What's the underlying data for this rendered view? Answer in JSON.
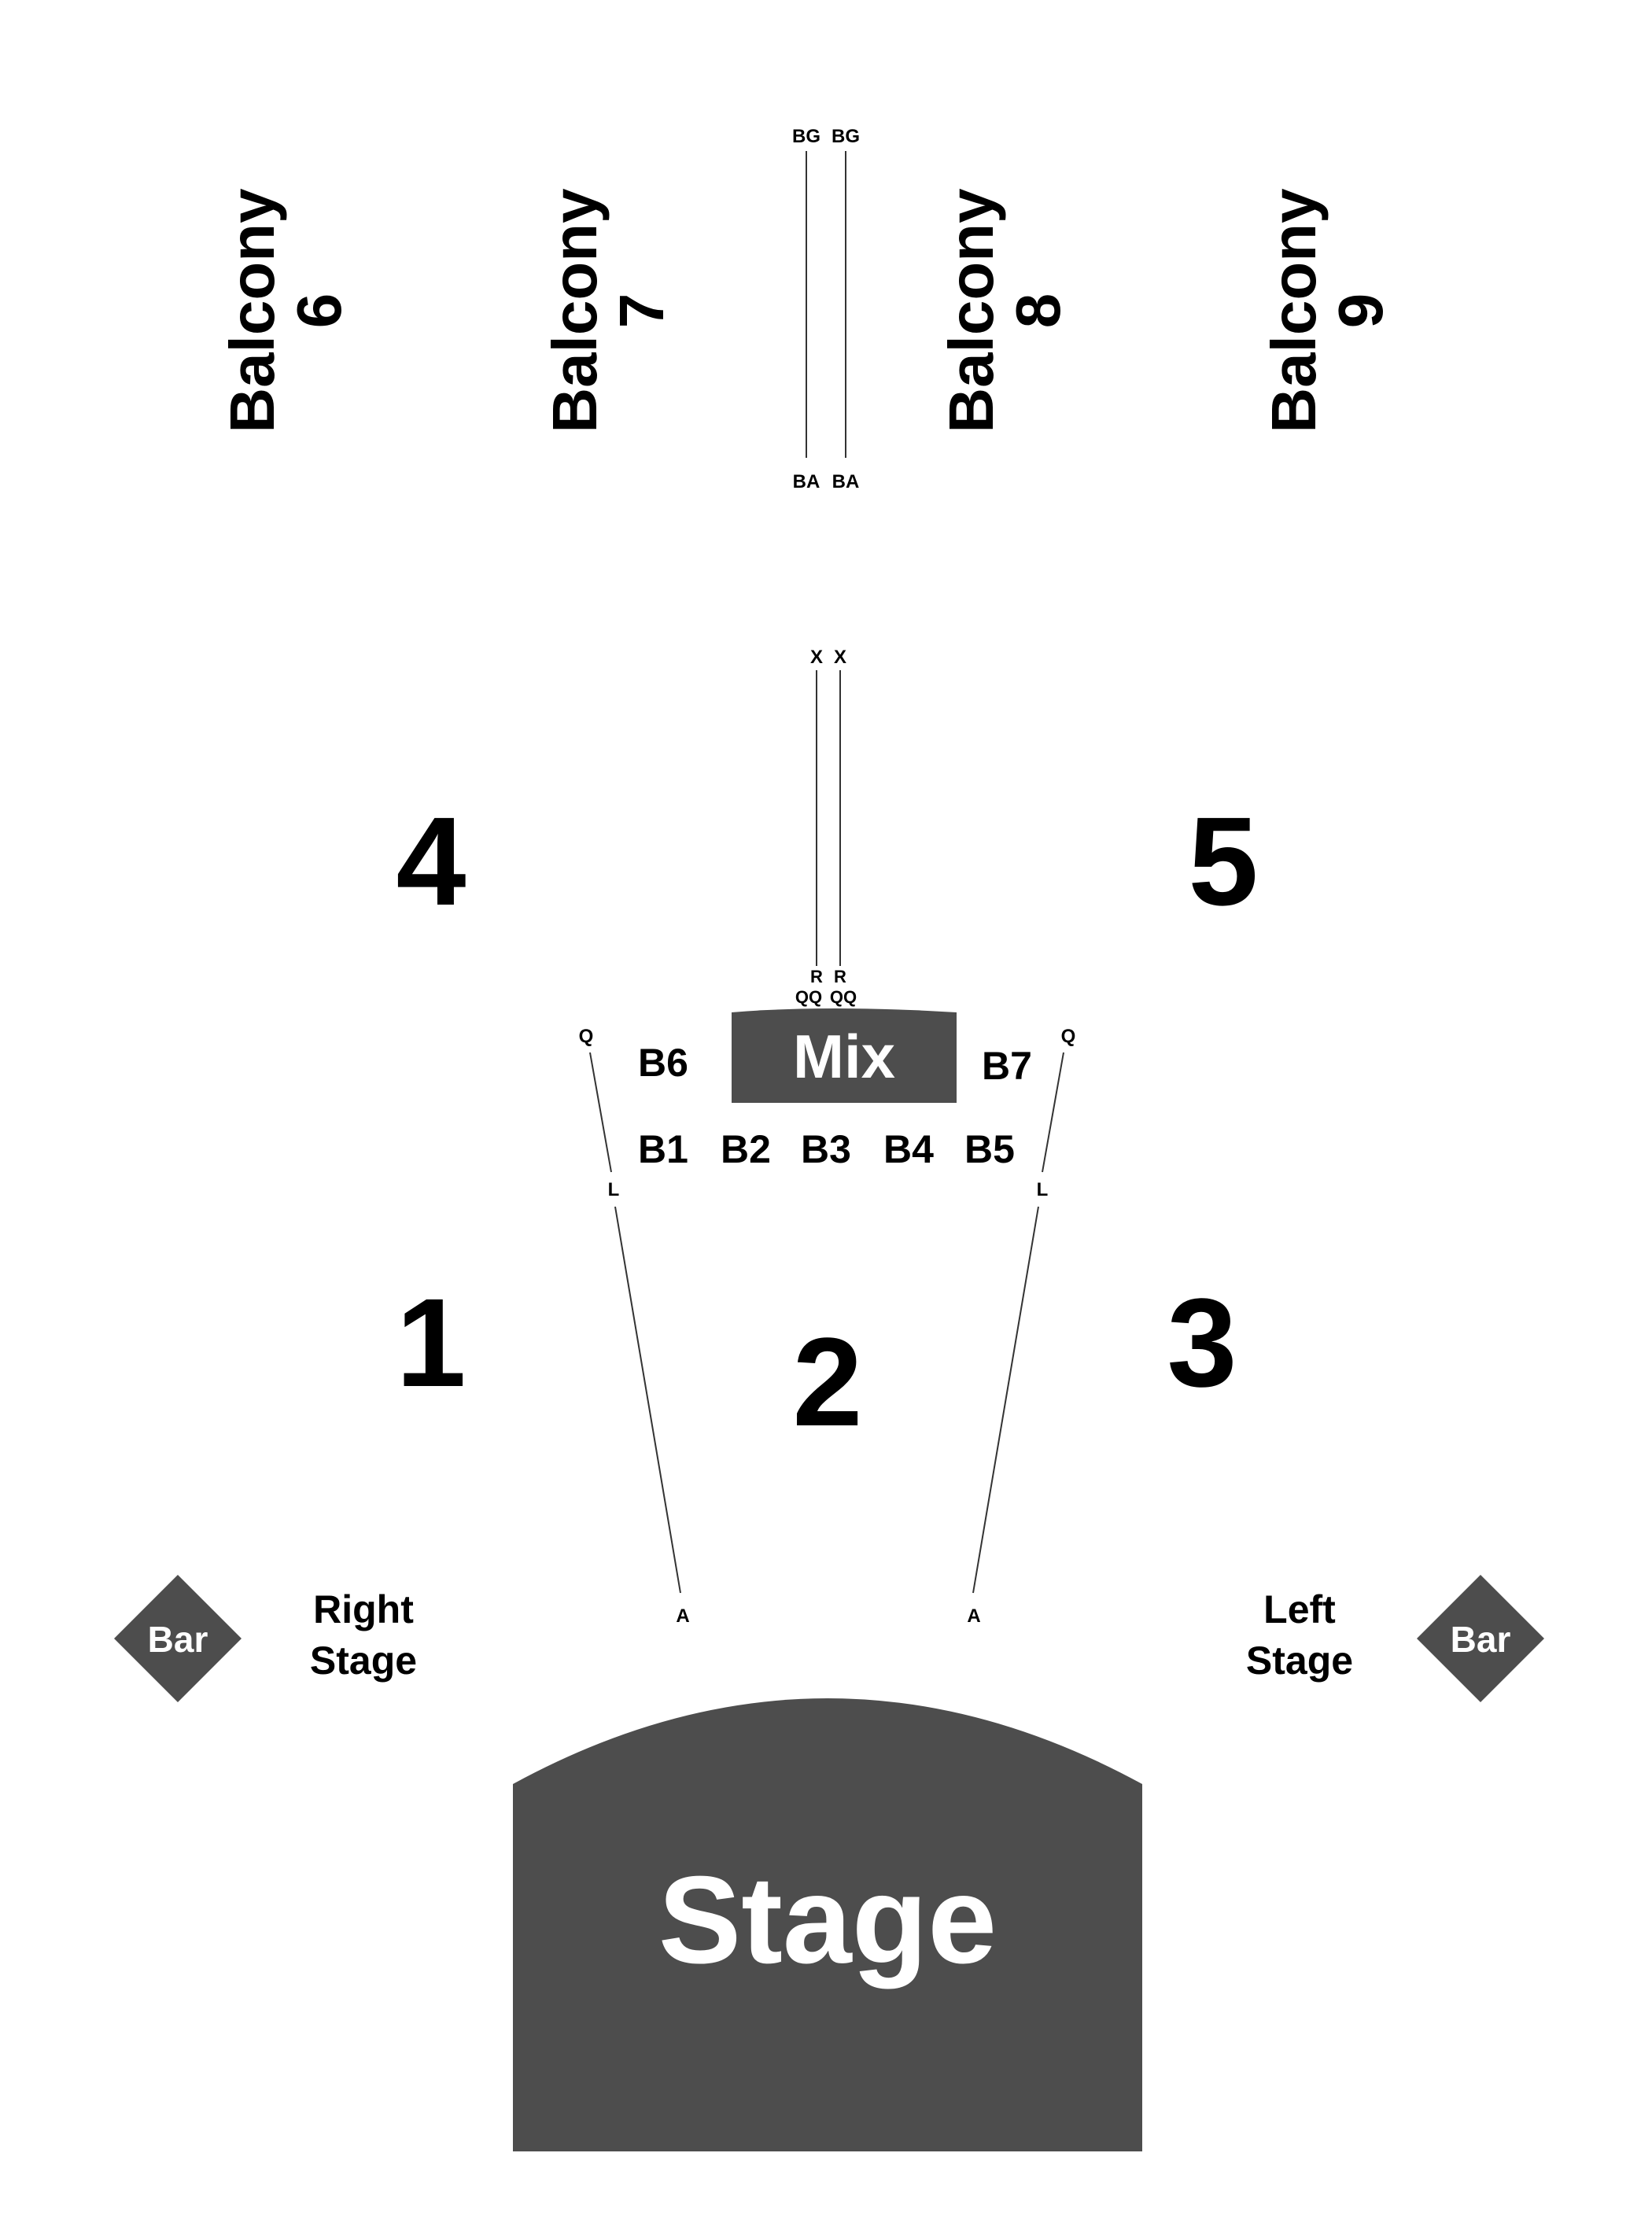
{
  "colors": {
    "shape_fill": "#4d4d4d",
    "text": "#000000",
    "text_on_shape": "#ffffff",
    "background": "#ffffff"
  },
  "balconies": [
    {
      "id": "b6",
      "line1": "Balcony",
      "line2": "6"
    },
    {
      "id": "b7",
      "line1": "Balcony",
      "line2": "7"
    },
    {
      "id": "b8",
      "line1": "Balcony",
      "line2": "8"
    },
    {
      "id": "b9",
      "line1": "Balcony",
      "line2": "9"
    }
  ],
  "balcony_aisle": {
    "top_left": "BG",
    "top_right": "BG",
    "bottom_left": "BA",
    "bottom_right": "BA"
  },
  "floor_aisle": {
    "top_left": "X",
    "top_right": "X",
    "r_left": "R",
    "r_right": "R",
    "qq_left": "QQ",
    "qq_right": "QQ"
  },
  "sections": {
    "s1": "1",
    "s2": "2",
    "s3": "3",
    "s4": "4",
    "s5": "5"
  },
  "mix": {
    "label": "Mix"
  },
  "boxes": {
    "b1": "B1",
    "b2": "B2",
    "b3": "B3",
    "b4": "B4",
    "b5": "B5",
    "b6": "B6",
    "b7": "B7"
  },
  "row_markers": {
    "left_q": "Q",
    "left_l": "L",
    "left_a": "A",
    "right_q": "Q",
    "right_l": "L",
    "right_a": "A"
  },
  "bars": {
    "left": "Bar",
    "right": "Bar"
  },
  "side_labels": {
    "right_stage_line1": "Right",
    "right_stage_line2": "Stage",
    "left_stage_line1": "Left",
    "left_stage_line2": "Stage"
  },
  "stage": {
    "label": "Stage"
  }
}
